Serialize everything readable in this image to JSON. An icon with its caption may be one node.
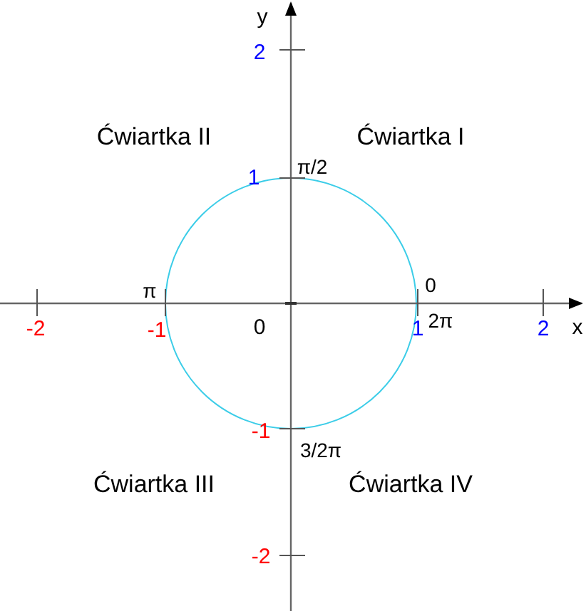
{
  "diagram": {
    "labels": [
      "y",
      "2",
      "Ćwiartka II",
      "Ćwiartka I",
      "1",
      "π/2",
      "π",
      "0",
      "-2",
      "-1",
      "0",
      "1",
      "2π",
      "2",
      "x",
      "-1",
      "3/2π",
      "Ćwiartka III",
      "Ćwiartka IV",
      "-2"
    ]
  }
}
